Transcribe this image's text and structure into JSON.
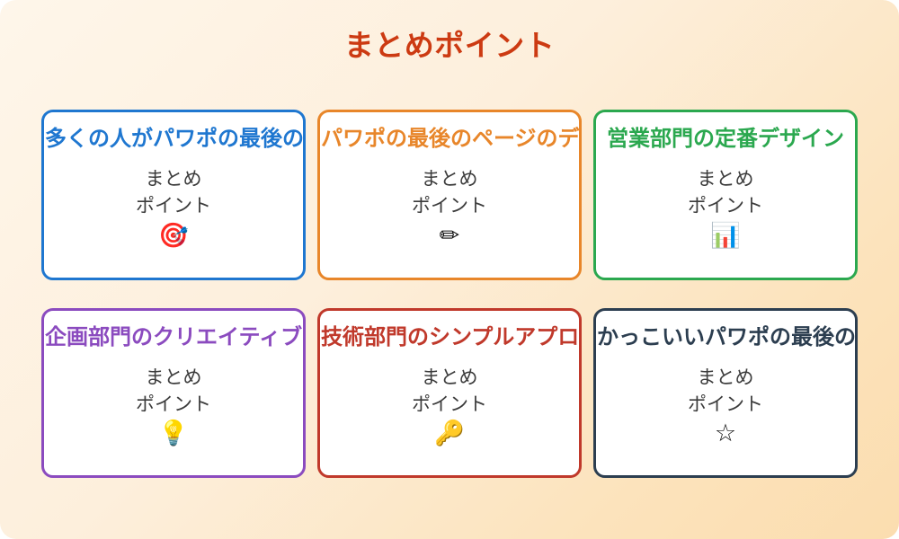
{
  "slide": {
    "title": "まとめポイント",
    "background_start": "#FEF6EA",
    "background_end": "#FBDDAF",
    "title_color": "#CC3A12",
    "body_text_color": "#3C3C3C",
    "card_background": "#FFFFFF"
  },
  "cards": [
    {
      "title": "多くの人がパワポの最後の",
      "body": "まとめ\nポイント",
      "icon": "target-dart-icon",
      "icon_glyph": "🎯",
      "accent": "#1F77D0"
    },
    {
      "title": "パワポの最後のページのデ",
      "body": "まとめ\nポイント",
      "icon": "pencil-icon",
      "icon_glyph": "✏",
      "accent": "#E8862A"
    },
    {
      "title": "営業部門の定番デザイン",
      "body": "まとめ\nポイント",
      "icon": "bar-chart-icon",
      "icon_glyph": "📊",
      "accent": "#2BA84F"
    },
    {
      "title": "企画部門のクリエイティブ",
      "body": "まとめ\nポイント",
      "icon": "lightbulb-icon",
      "icon_glyph": "💡",
      "accent": "#8B4BBF"
    },
    {
      "title": "技術部門のシンプルアプロ",
      "body": "まとめ\nポイント",
      "icon": "key-icon",
      "icon_glyph": "🔑",
      "accent": "#C0392B"
    },
    {
      "title": "かっこいいパワポの最後の",
      "body": "まとめ\nポイント",
      "icon": "star-icon",
      "icon_glyph": "☆",
      "accent": "#2C3E50"
    }
  ]
}
